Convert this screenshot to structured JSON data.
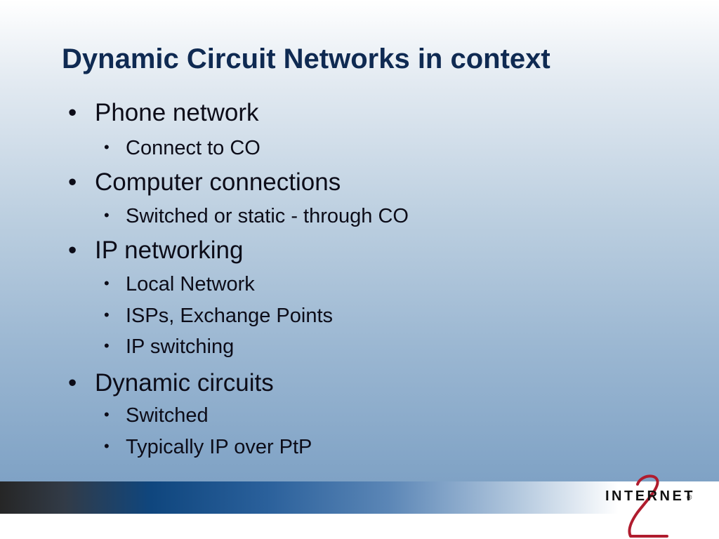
{
  "slide": {
    "title": "Dynamic Circuit Networks in context",
    "bullet_char": "•",
    "items": [
      {
        "label": "Phone network",
        "subitems": [
          {
            "label": "Connect to CO"
          }
        ]
      },
      {
        "label": "Computer connections",
        "subitems": [
          {
            "label": "Switched or static  - through CO"
          }
        ]
      },
      {
        "label": "IP networking",
        "subitems": [
          {
            "label": "Local Network"
          },
          {
            "label": "ISPs,  Exchange Points"
          },
          {
            "label": "IP switching"
          }
        ]
      },
      {
        "label": "Dynamic circuits",
        "subitems": [
          {
            "label": "Switched"
          },
          {
            "label": "Typically IP over PtP"
          }
        ]
      }
    ]
  },
  "footer": {
    "logo_text": "INTERNET",
    "logo_numeral": "2",
    "logo_registered": "®"
  },
  "colors": {
    "title": "#0f2a52",
    "body_text": "#0c0c18",
    "logo_accent": "#b01c2e"
  }
}
